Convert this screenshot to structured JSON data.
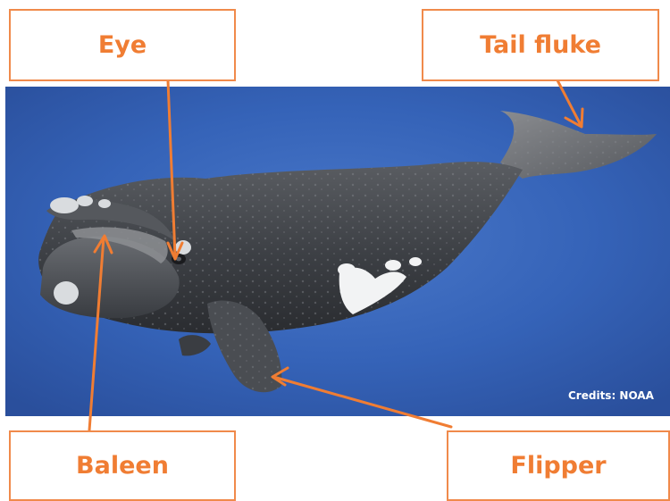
{
  "labels": {
    "eye": "Eye",
    "tail_fluke": "Tail fluke",
    "baleen": "Baleen",
    "flipper": "Flipper"
  },
  "credits": "Credits: NOAA",
  "colors": {
    "label_text": "#f07d33",
    "label_border": "#f08a4b",
    "arrow": "#f07d33",
    "background_blue": "#2f58a8",
    "whale_body": "#3a3d42"
  }
}
